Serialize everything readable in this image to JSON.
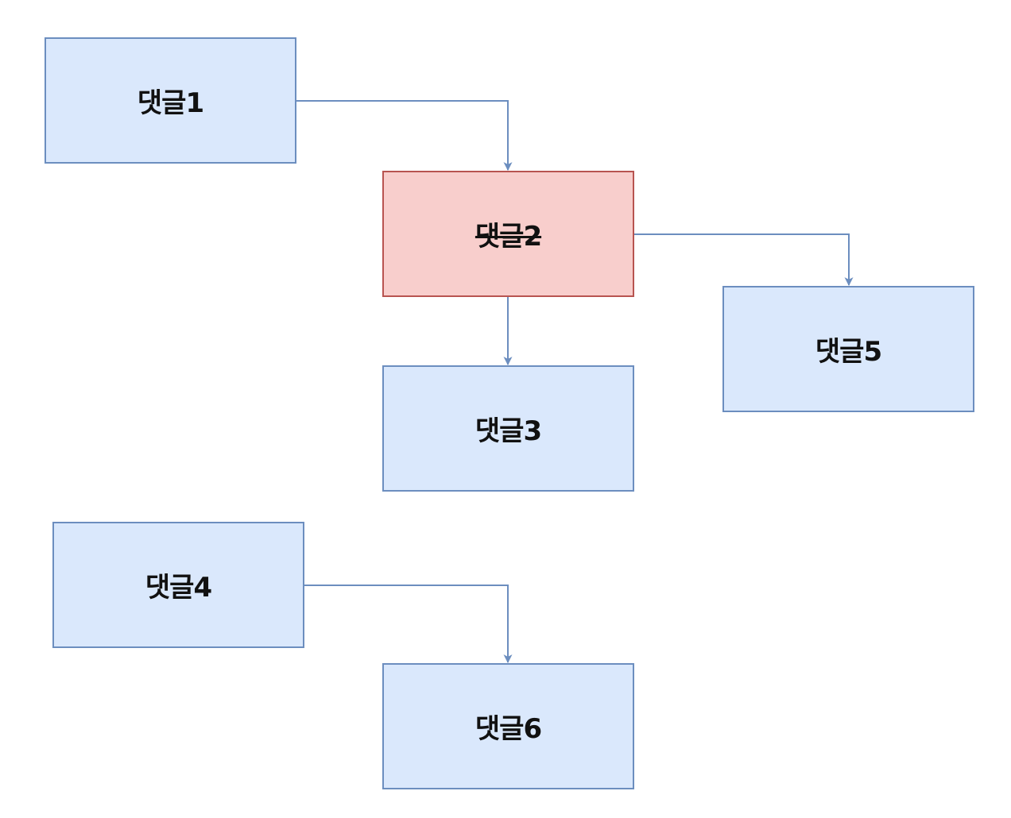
{
  "colors": {
    "node_fill": "#dae8fc",
    "node_border": "#6c8ebf",
    "deleted_fill": "#f8cecc",
    "deleted_border": "#b85450",
    "edge": "#6c8ebf"
  },
  "nodes": [
    {
      "id": "c1",
      "label": "댓글1",
      "deleted": false
    },
    {
      "id": "c2",
      "label": "댓글2",
      "deleted": true
    },
    {
      "id": "c3",
      "label": "댓글3",
      "deleted": false
    },
    {
      "id": "c4",
      "label": "댓글4",
      "deleted": false
    },
    {
      "id": "c5",
      "label": "댓글5",
      "deleted": false
    },
    {
      "id": "c6",
      "label": "댓글6",
      "deleted": false
    }
  ],
  "edges": [
    {
      "from": "c1",
      "to": "c2"
    },
    {
      "from": "c2",
      "to": "c3"
    },
    {
      "from": "c2",
      "to": "c5"
    },
    {
      "from": "c4",
      "to": "c6"
    }
  ]
}
